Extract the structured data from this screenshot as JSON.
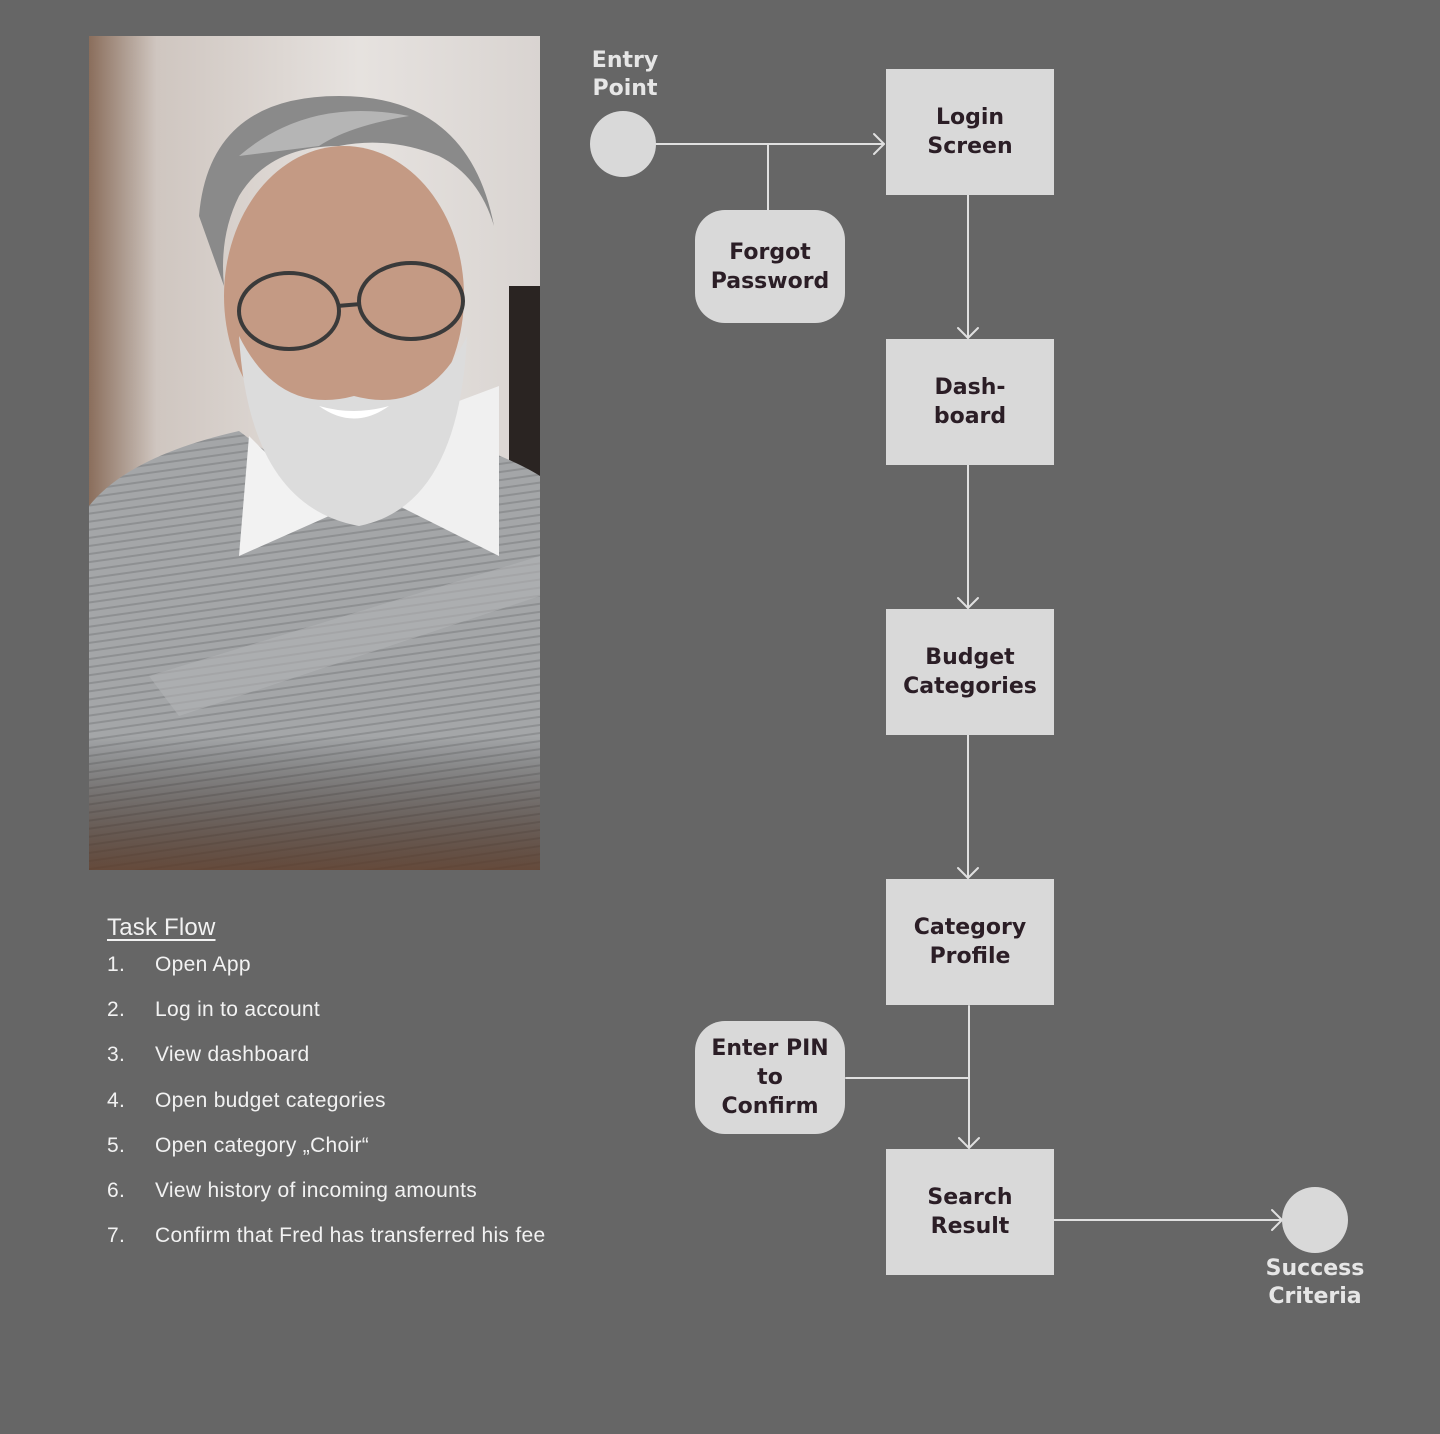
{
  "diagram": {
    "entry_label": "Entry\nPoint",
    "success_label": "Success\nCriteria",
    "nodes": {
      "login": "Login\nScreen",
      "forgot": "Forgot\nPassword",
      "dashboard": "Dash-\nboard",
      "budget": "Budget\nCategories",
      "category_profile": "Category\nProfile",
      "enter_pin": "Enter PIN\nto\nConfirm",
      "search_result": "Search\nResult"
    }
  },
  "task_flow": {
    "title": "Task Flow",
    "steps": [
      {
        "num": "1.",
        "text": "Open App"
      },
      {
        "num": "2.",
        "text": "Log in to account"
      },
      {
        "num": "3.",
        "text": "View dashboard"
      },
      {
        "num": "4.",
        "text": "Open budget categories"
      },
      {
        "num": "5.",
        "text": "Open category „Choir“"
      },
      {
        "num": "6.",
        "text": "View history of incoming amounts"
      },
      {
        "num": "7.",
        "text": "Confirm that Fred has transferred his fee"
      }
    ]
  },
  "colors": {
    "background": "#666666",
    "node_fill": "#d9d9d9",
    "node_text": "#2b1e26",
    "connector": "#e0e0e0"
  }
}
